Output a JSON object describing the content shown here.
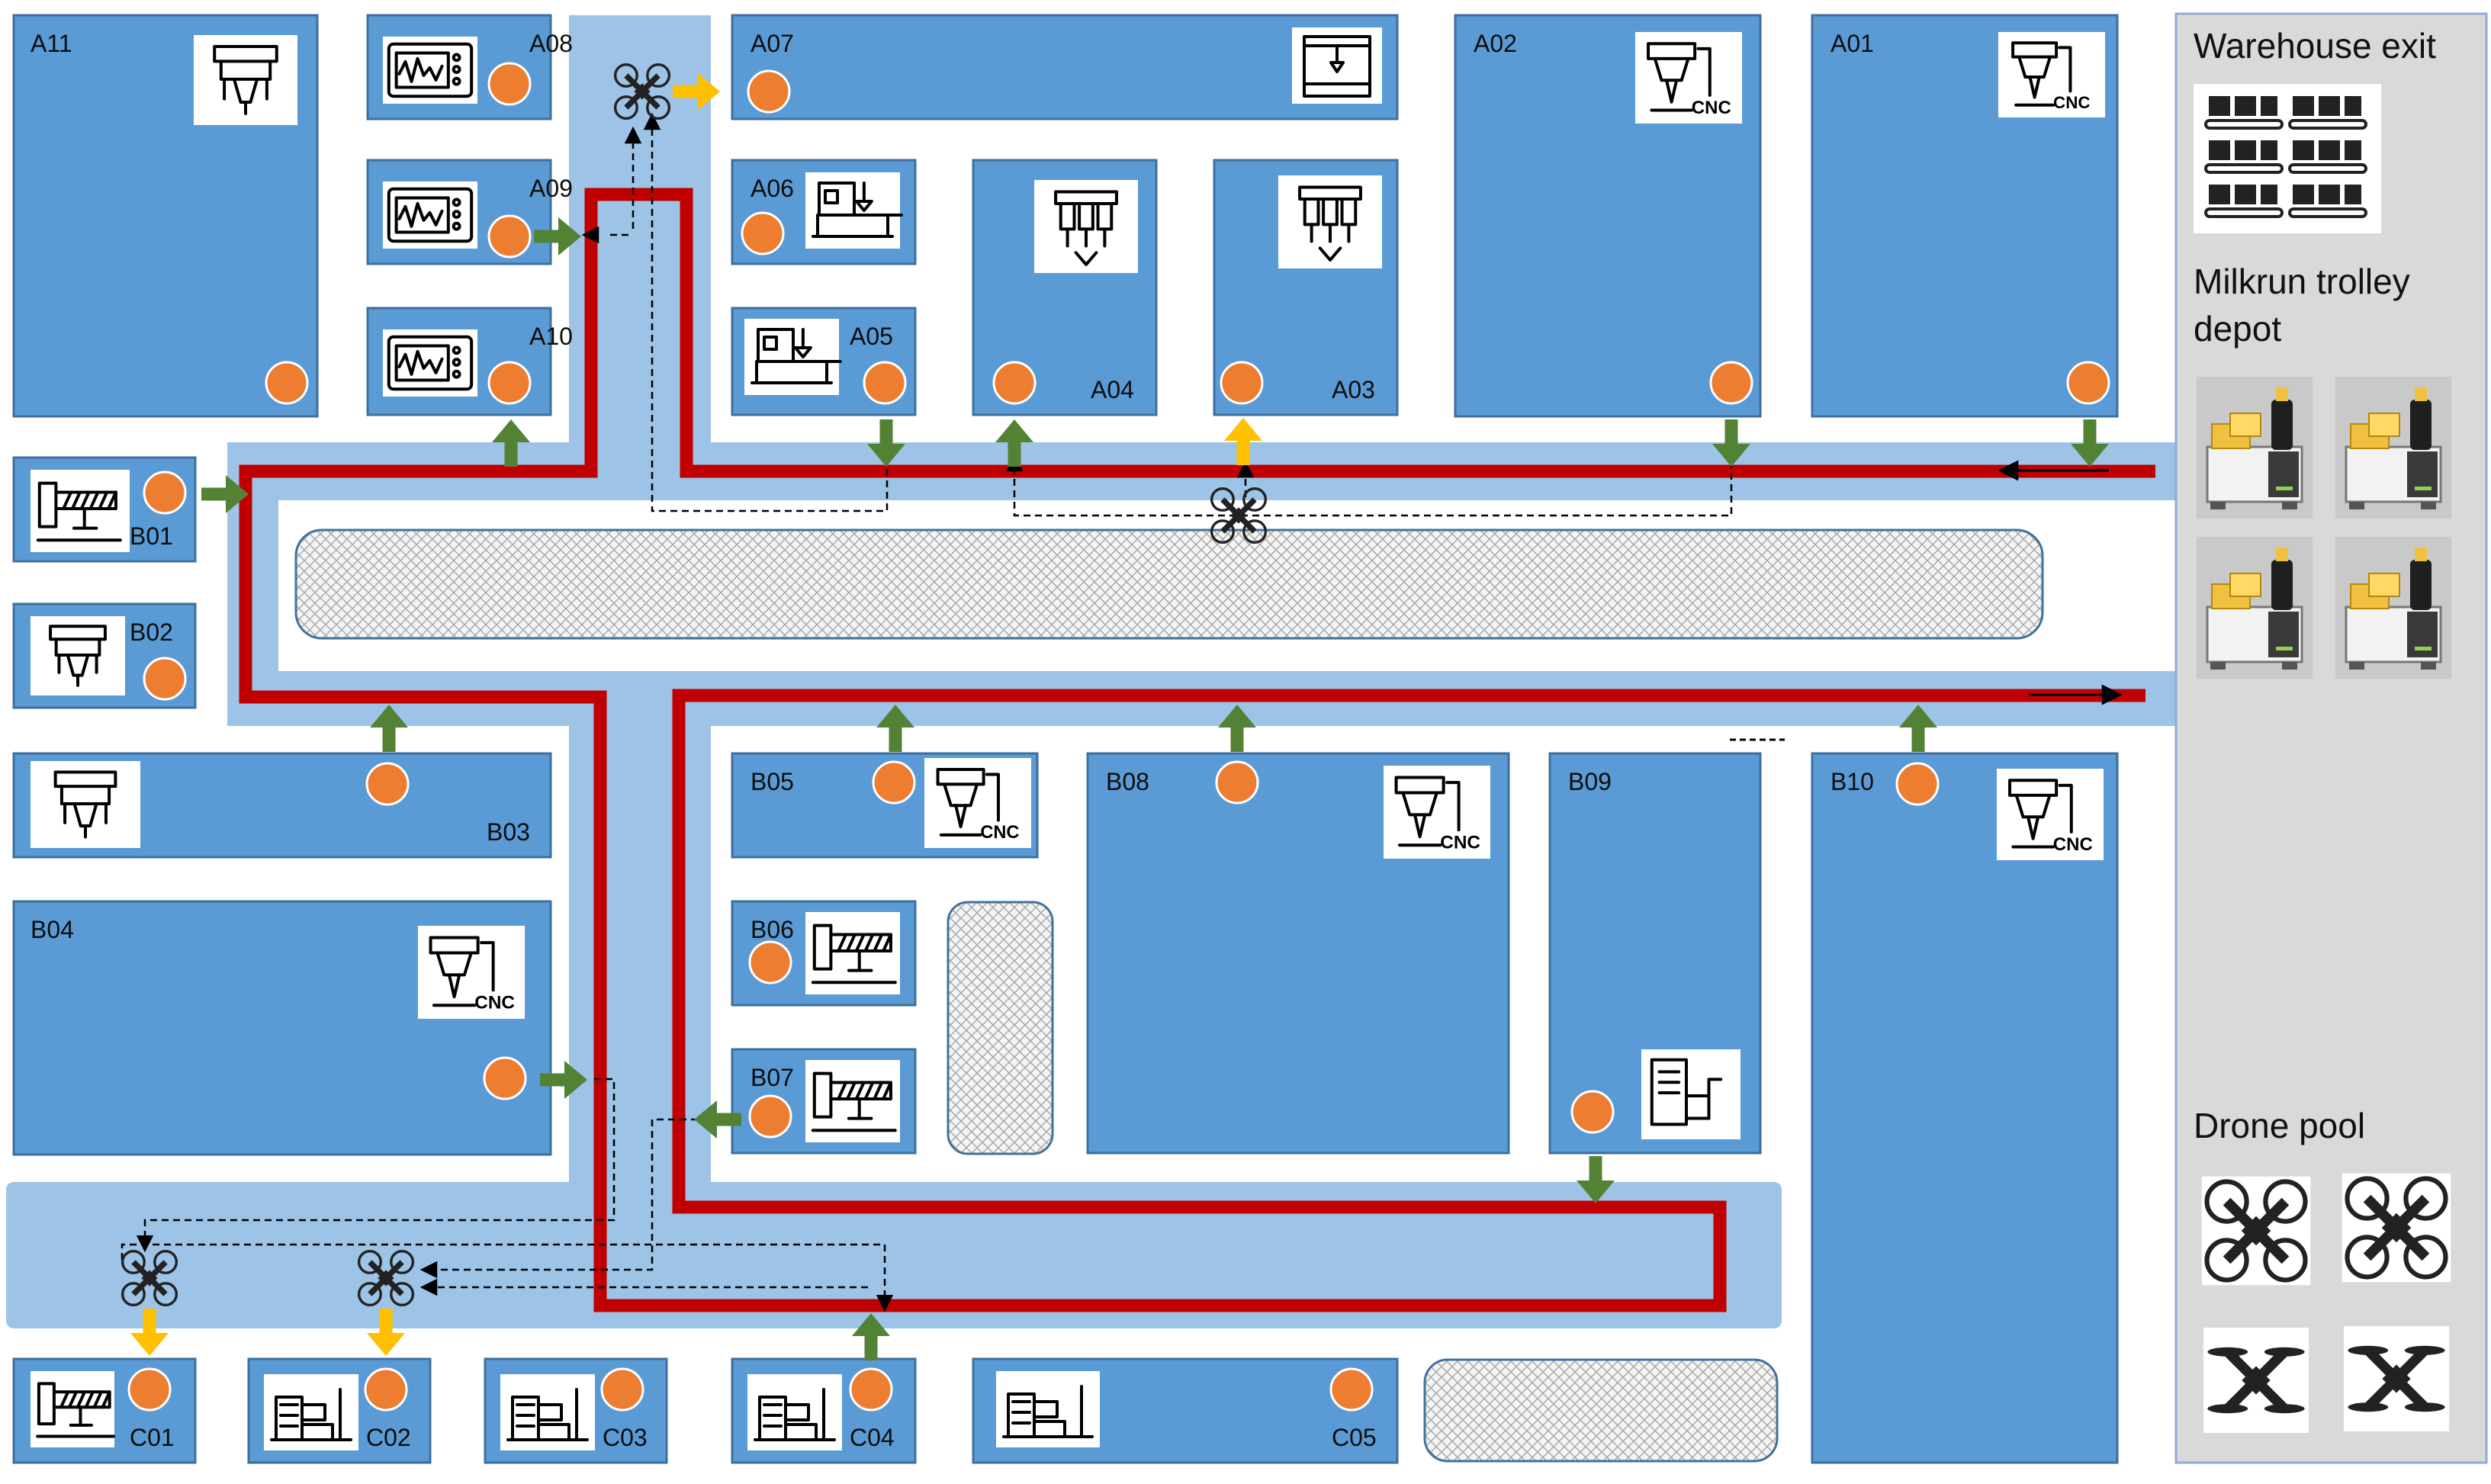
{
  "diagram": {
    "panel": {
      "warehouse_exit": "Warehouse exit",
      "trolley_depot_line1": "Milkrun trolley",
      "trolley_depot_line2": "depot",
      "drone_pool": "Drone  pool"
    },
    "stations": {
      "A11": "A11",
      "A08": "A08",
      "A09": "A09",
      "A10": "A10",
      "A07": "A07",
      "A06": "A06",
      "A05": "A05",
      "A04": "A04",
      "A03": "A03",
      "A02": "A02",
      "A01": "A01",
      "B01": "B01",
      "B02": "B02",
      "B03": "B03",
      "B04": "B04",
      "B05": "B05",
      "B06": "B06",
      "B07": "B07",
      "B08": "B08",
      "B09": "B09",
      "B10": "B10",
      "C01": "C01",
      "C02": "C02",
      "C03": "C03",
      "C04": "C04",
      "C05": "C05"
    },
    "icon_text": {
      "cnc": "CNC"
    },
    "colors": {
      "station": "#5b9bd5",
      "corridor": "#9dc3e6",
      "milkrun_route": "#c00000",
      "transfer_arrow": "#548235",
      "drone_arrow": "#ffc000",
      "port": "#ed7d31",
      "panel": "#d9d9d9"
    }
  }
}
